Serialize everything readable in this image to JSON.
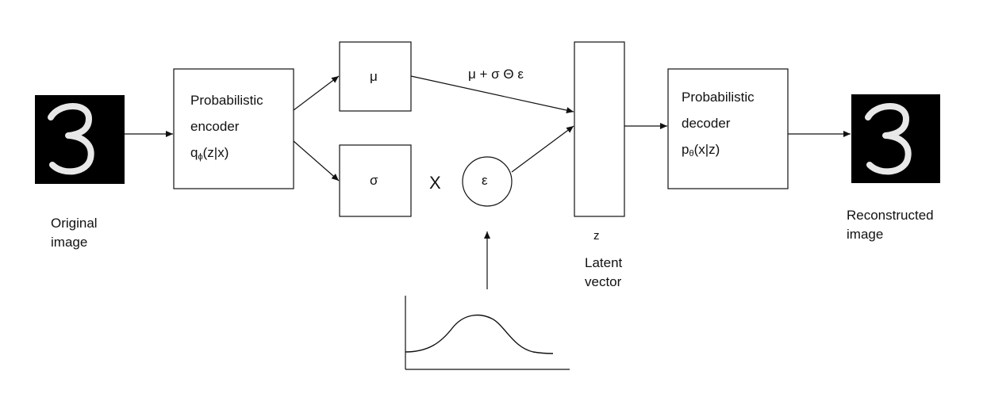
{
  "original_label": [
    "Original",
    "image"
  ],
  "reconstructed_label": [
    "Reconstructed",
    "image"
  ],
  "encoder": {
    "title": [
      "Probabilistic",
      "encoder"
    ],
    "formula_q": "q",
    "formula_sub": "ϕ",
    "formula_rest": "(z|x)"
  },
  "decoder": {
    "title": [
      "Probabilistic",
      "decoder"
    ],
    "formula_p": "p",
    "formula_sub": "θ",
    "formula_rest": "(x|z)"
  },
  "mu_label": "μ",
  "sigma_label": "σ",
  "times_label": "X",
  "epsilon_label": "ε",
  "reparam_label": "μ + σ Θ ε",
  "latent": {
    "symbol": "z",
    "label": [
      "Latent",
      "vector"
    ]
  },
  "digit_icon": "digit-3-icon"
}
